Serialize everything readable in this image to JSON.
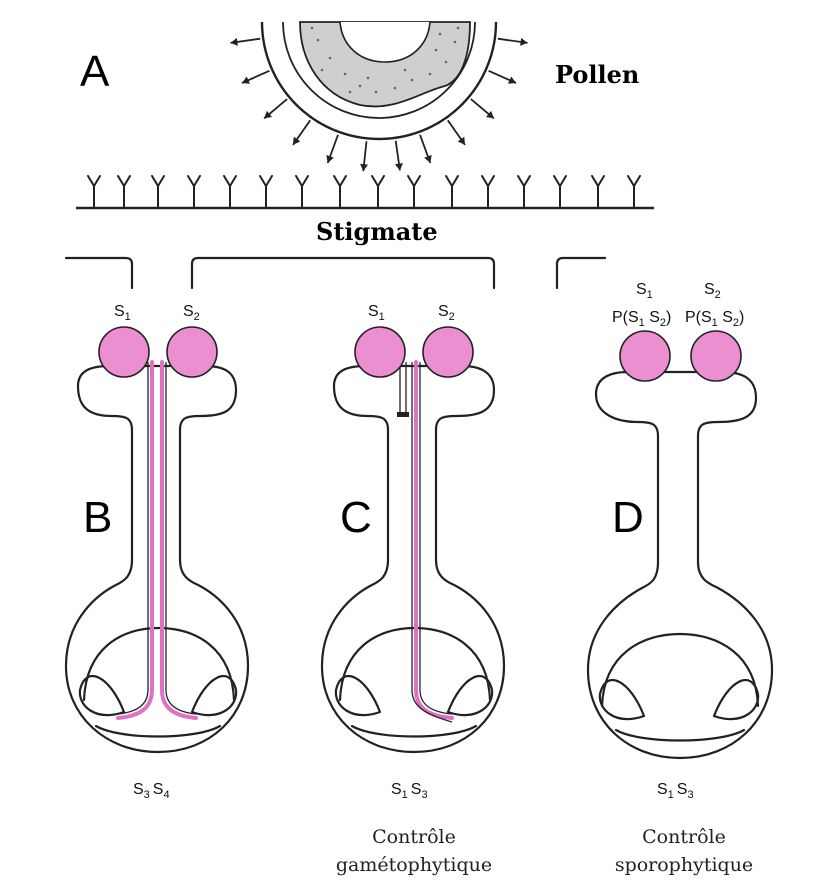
{
  "colors": {
    "pollen_grain": "#ec8fd0",
    "pollen_tube": "#e070c4",
    "outline": "#222222",
    "pollen_interior": "#cfcfcf"
  },
  "panel_a": {
    "letter": "A",
    "pollen_label": "Pollen",
    "stigma_label": "Stigmate"
  },
  "panel_b": {
    "letter": "B",
    "pollen_genotypes": [
      {
        "base": "S",
        "sub": "1"
      },
      {
        "base": "S",
        "sub": "2"
      }
    ],
    "pistil_genotype": [
      {
        "base": "S",
        "sub": "3"
      },
      {
        "base": "S",
        "sub": "4"
      }
    ]
  },
  "panel_c": {
    "letter": "C",
    "pollen_genotypes": [
      {
        "base": "S",
        "sub": "1"
      },
      {
        "base": "S",
        "sub": "2"
      }
    ],
    "pistil_genotype": [
      {
        "base": "S",
        "sub": "1"
      },
      {
        "base": "S",
        "sub": "3"
      }
    ],
    "caption_line1": "Contrôle",
    "caption_line2": "gamétophytique"
  },
  "panel_d": {
    "letter": "D",
    "pollen_genotypes": [
      {
        "base": "S",
        "sub": "1"
      },
      {
        "base": "S",
        "sub": "2"
      }
    ],
    "pollen_phenotypes": [
      {
        "prefix": "P(S",
        "sub1": "1",
        "mid": " S",
        "sub2": "2",
        "suffix": ")"
      },
      {
        "prefix": "P(S",
        "sub1": "1",
        "mid": " S",
        "sub2": "2",
        "suffix": ")"
      }
    ],
    "pistil_genotype": [
      {
        "base": "S",
        "sub": "1"
      },
      {
        "base": "S",
        "sub": "3"
      }
    ],
    "caption_line1": "Contrôle",
    "caption_line2": "sporophytique"
  }
}
